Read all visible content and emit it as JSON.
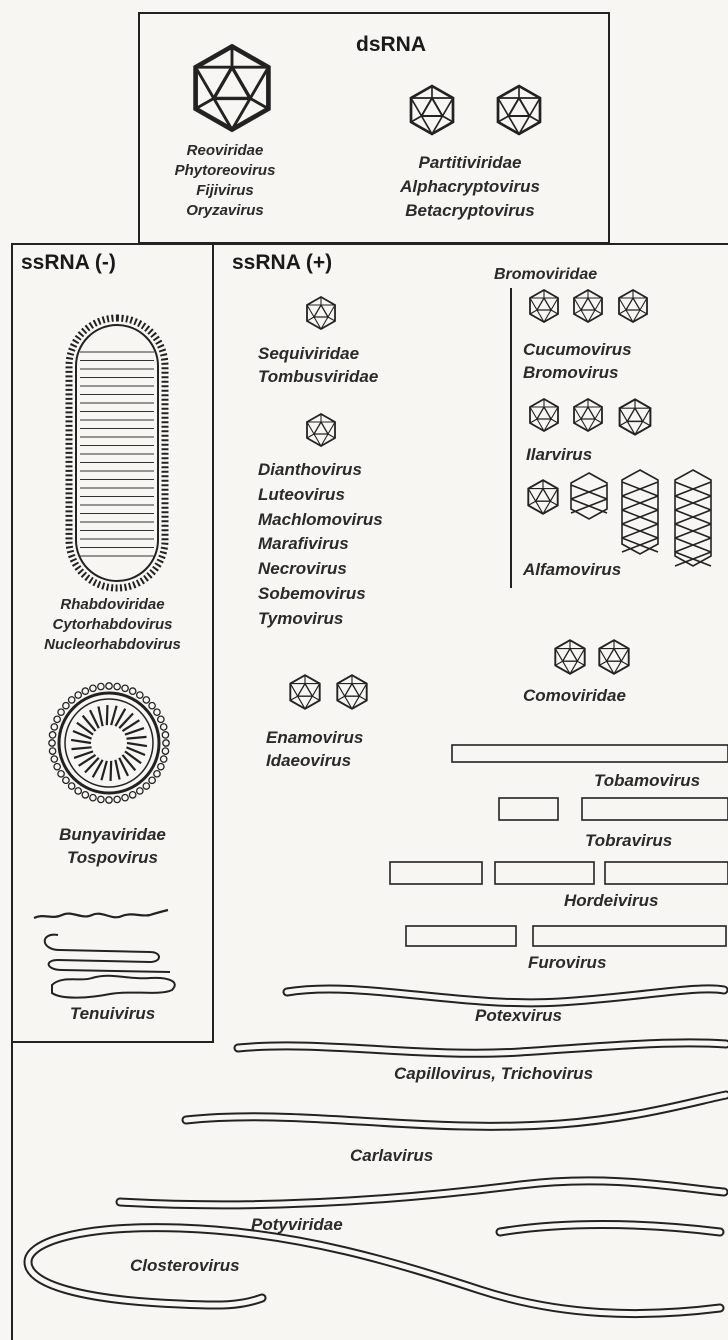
{
  "dsrna": {
    "heading": "dsRNA",
    "group_left": [
      "Reoviridae",
      "Phytoreovirus",
      "Fijivirus",
      "Oryzavirus"
    ],
    "group_right": [
      "Partitiviridae",
      "Alphacryptovirus",
      "Betacryptovirus"
    ]
  },
  "ssrna_neg": {
    "heading": "ssRNA (-)",
    "rhabdo": [
      "Rhabdoviridae",
      "Cytorhabdovirus",
      "Nucleorhabdovirus"
    ],
    "bunya": [
      "Bunyaviridae",
      "Tospovirus"
    ],
    "tenui": "Tenuivirus"
  },
  "ssrna_pos": {
    "heading": "ssRNA (+)",
    "sequi": [
      "Sequiviridae",
      "Tombusviridae"
    ],
    "small_group": [
      "Dianthovirus",
      "Luteovirus",
      "Machlomovirus",
      "Marafivirus",
      "Necrovirus",
      "Sobemovirus",
      "Tymovirus"
    ],
    "enamo": [
      "Enamovirus",
      "Idaeovirus"
    ],
    "bromoviridae": "Bromoviridae",
    "cucumo": [
      "Cucumovirus",
      "Bromovirus"
    ],
    "ilar": "Ilarvirus",
    "alfamo": "Alfamovirus",
    "comoviridae": "Comoviridae",
    "rods": {
      "tobamo": "Tobamovirus",
      "tobra": "Tobravirus",
      "hordei": "Hordeivirus",
      "furo": "Furovirus"
    },
    "filaments": {
      "potex": "Potexvirus",
      "capillo": "Capillovirus, Trichovirus",
      "carla": "Carlavirus",
      "poty": "Potyviridae",
      "clostero": "Closterovirus"
    }
  },
  "colors": {
    "ink": "#222222",
    "paper": "#f7f6f2"
  }
}
